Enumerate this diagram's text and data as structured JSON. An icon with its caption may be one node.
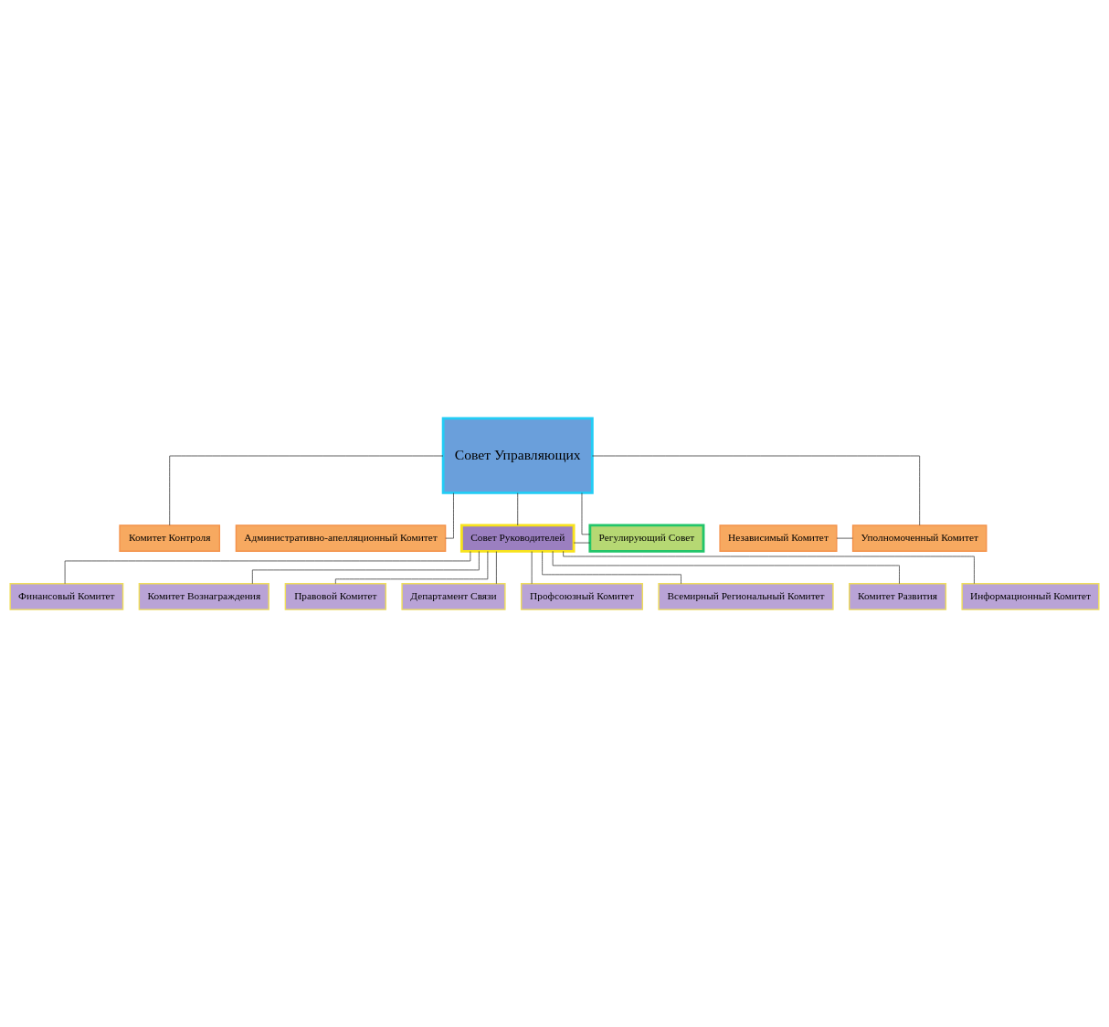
{
  "diagram": {
    "nodes": [
      {
        "text": [
          "Совет Управляющих"
        ]
      },
      {
        "text": [
          "Комитет Контроля"
        ]
      },
      {
        "text": [
          "Независимый Комитет"
        ]
      },
      {
        "text": [
          "Уполномоченный Комитет"
        ]
      },
      {
        "text": [
          "Административно-апелляционный Комитет"
        ]
      },
      {
        "text": [
          "Совет Руководителей"
        ]
      },
      {
        "text": [
          "Регулирующий Совет"
        ]
      },
      {
        "text": [
          "Финансовый Комитет"
        ]
      },
      {
        "text": [
          "Комитет Вознаграждения"
        ]
      },
      {
        "text": [
          "Правовой Комитет"
        ]
      },
      {
        "text": [
          "Департамент Связи"
        ]
      },
      {
        "text": [
          "Профсоюзный Комитет"
        ]
      },
      {
        "text": [
          "Всемирный Региональный Комитет"
        ]
      },
      {
        "text": [
          "Комитет Развития"
        ]
      },
      {
        "text": [
          "Информационный Комитет"
        ]
      }
    ],
    "edges": [
      {
        "from": 0,
        "to": 1,
        "arrow": "none"
      },
      {
        "from": 0,
        "to": 3,
        "arrow": "none"
      },
      {
        "from": 0,
        "to": 4,
        "arrow": "none"
      },
      {
        "from": 2,
        "to": 3,
        "arrow": "none"
      },
      {
        "from": 0,
        "to": 5,
        "arrow": "none"
      },
      {
        "from": 0,
        "to": 6,
        "arrow": "none"
      },
      {
        "from": 5,
        "to": 6,
        "arrow": "none"
      },
      {
        "from": 5,
        "to": 7,
        "arrow": "none"
      },
      {
        "from": 5,
        "to": 8,
        "arrow": "none"
      },
      {
        "from": 5,
        "to": 9,
        "arrow": "none"
      },
      {
        "from": 5,
        "to": 10,
        "arrow": "none"
      },
      {
        "from": 5,
        "to": 11,
        "arrow": "none"
      },
      {
        "from": 5,
        "to": 12,
        "arrow": "none"
      },
      {
        "from": 5,
        "to": 13,
        "arrow": "none"
      },
      {
        "from": 5,
        "to": 14,
        "arrow": "none"
      }
    ]
  }
}
